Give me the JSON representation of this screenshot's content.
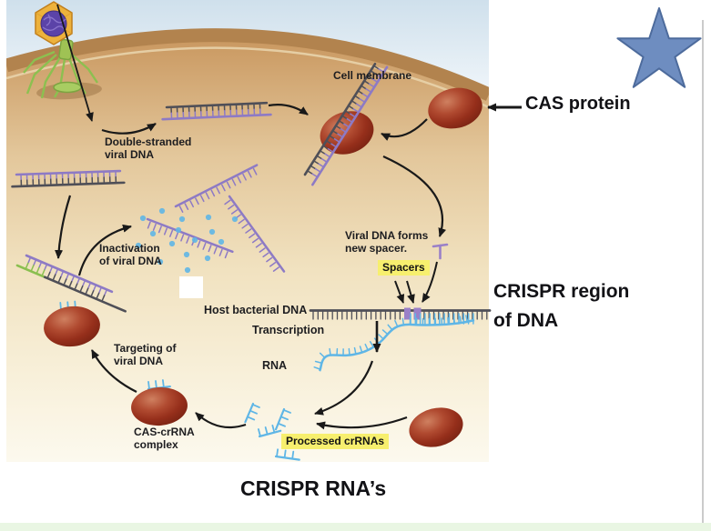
{
  "diagram": {
    "labels": {
      "cell_membrane": "Cell membrane",
      "double_stranded_viral_dna": "Double-stranded\nviral DNA",
      "inactivation": "Inactivation\nof viral DNA",
      "viral_dna_forms": "Viral DNA forms\nnew spacer.",
      "host_bacterial_dna": "Host bacterial DNA",
      "transcription": "Transcription",
      "rna": "RNA",
      "targeting": "Targeting of\nviral DNA",
      "cas_crrna_complex": "CAS-crRNA\ncomplex"
    },
    "highlights": {
      "spacers": "Spacers",
      "processed_crrnas": "Processed crRNAs"
    },
    "callouts": {
      "cas_protein": "CAS protein",
      "crispr_region": "CRISPR region\nof DNA",
      "crispr_rnas": "CRISPR RNA’s"
    },
    "colors": {
      "highlight_bg": "#f7ef6e",
      "star_fill": "#6e8dc0",
      "star_stroke": "#4d6b9c",
      "oval_red_mid": "#962f1b",
      "viral_dna_purple": "#8d7ac5",
      "spacer_purple": "#9a80c8",
      "dna_dark": "#4f4f57",
      "rna_blue": "#5fb6e6",
      "green_strand": "#8abf4f",
      "membrane_brown": "#b2834e",
      "bottom_bar": "#e9f6e3",
      "arrow_black": "#191919"
    }
  }
}
